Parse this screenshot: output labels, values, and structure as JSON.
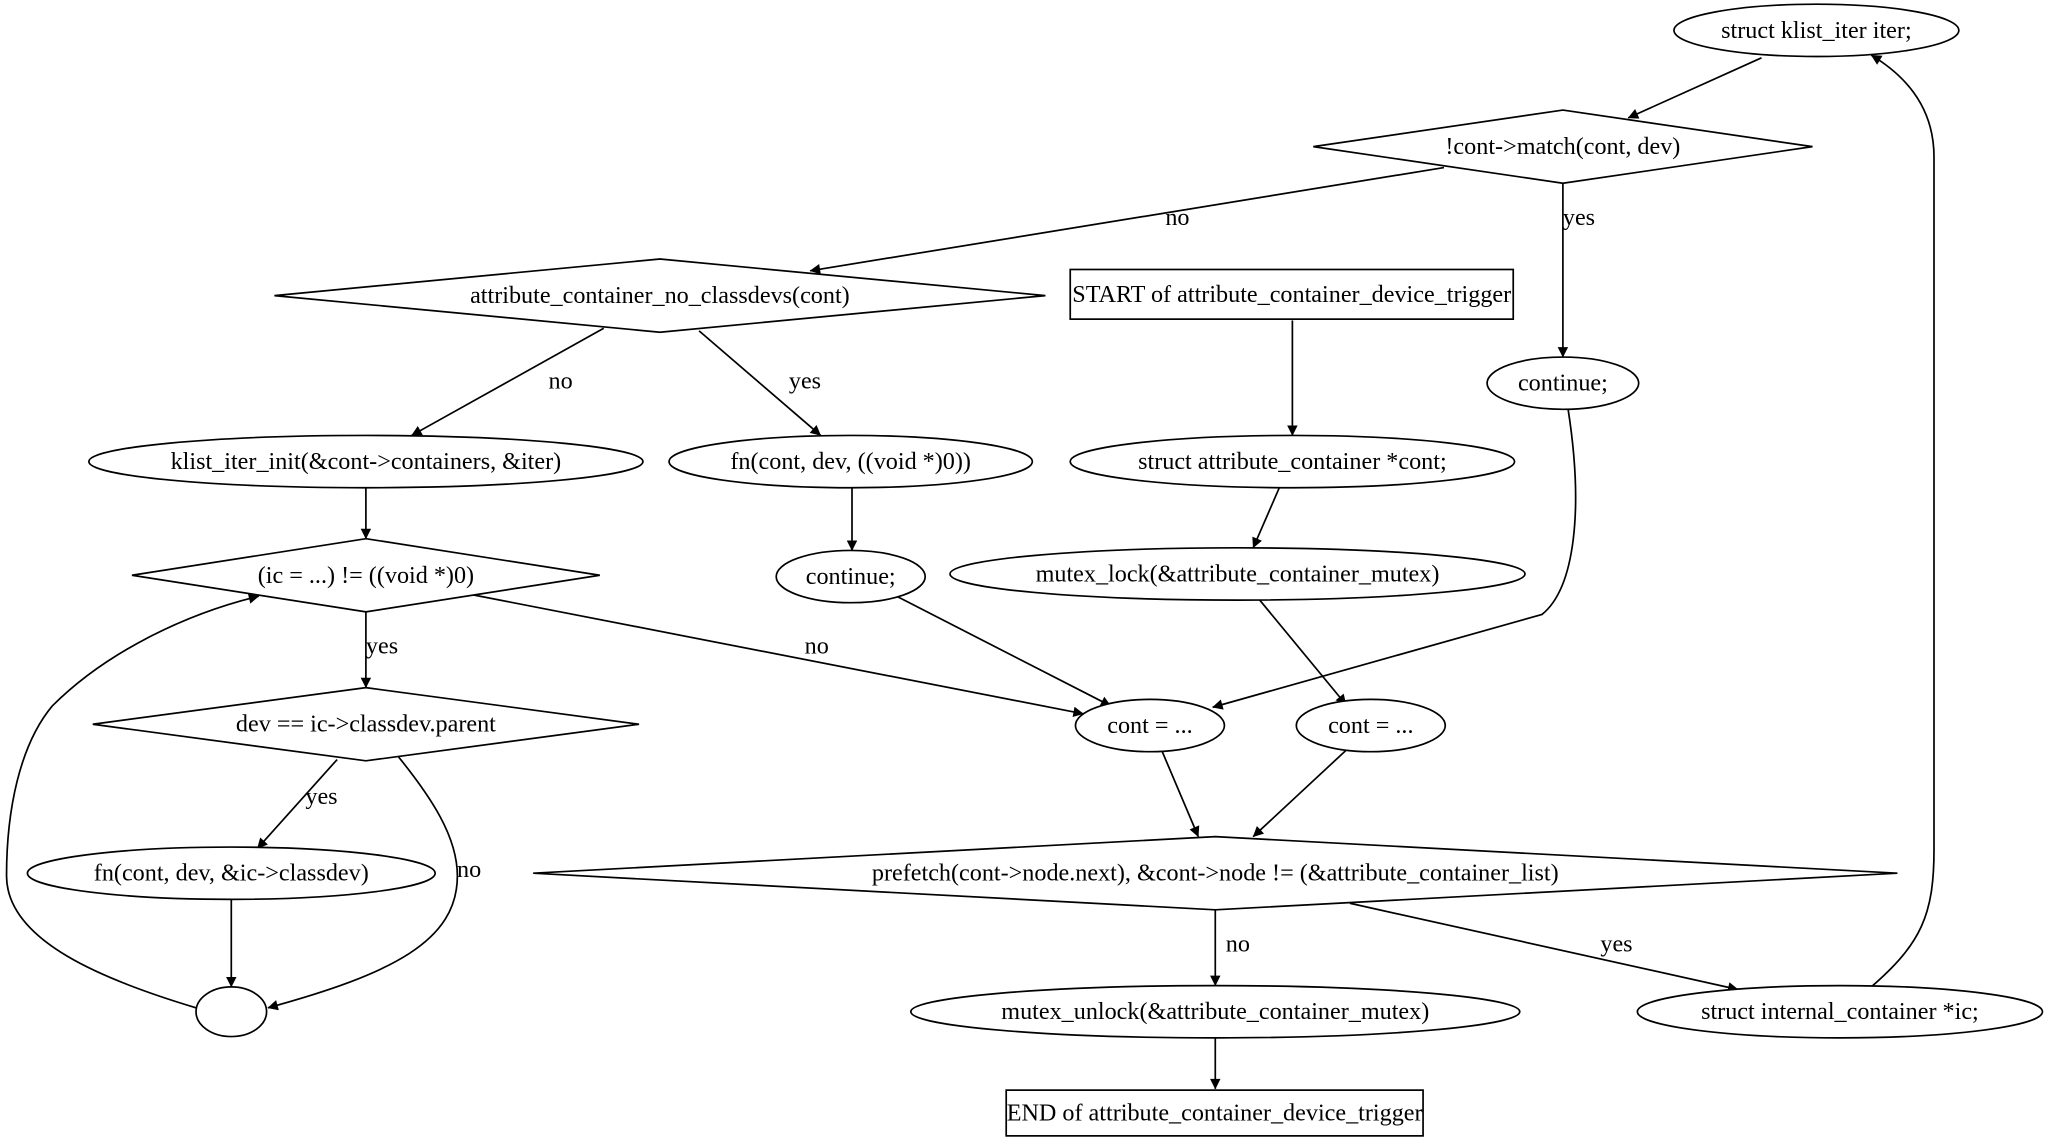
{
  "colors": {
    "lock_fill": "#add8e6",
    "unlock_fill": "#ffff00",
    "default_fill": "#ffffff",
    "stroke": "#000000"
  },
  "nodes": {
    "start": "START of attribute_container_device_trigger",
    "decl_cont": "struct attribute_container *cont;",
    "mutex_lock": "mutex_lock(&attribute_container_mutex)",
    "cont_init_a": "cont = ...",
    "cont_init_b": "cont = ...",
    "prefetch_cond": "prefetch(cont->node.next), &cont->node != (&attribute_container_list)",
    "mutex_unlock": "mutex_unlock(&attribute_container_mutex)",
    "end": "END of attribute_container_device_trigger",
    "decl_ic": "struct internal_container *ic;",
    "decl_iter": "struct klist_iter iter;",
    "match_cond": "!cont->match(cont, dev)",
    "continue_match": "continue;",
    "no_classdevs_cond": "attribute_container_no_classdevs(cont)",
    "fn_void": "fn(cont, dev, ((void *)0))",
    "continue_fn": "continue;",
    "klist_init": "klist_iter_init(&cont->containers, &iter)",
    "ic_cond": "(ic = ...) != ((void *)0)",
    "dev_cond": "dev == ic->classdev.parent",
    "fn_classdev": "fn(cont, dev, &ic->classdev)",
    "join": ""
  },
  "edge_labels": {
    "prefetch_no": "no",
    "prefetch_yes": "yes",
    "match_no": "no",
    "match_yes": "yes",
    "classdevs_no": "no",
    "classdevs_yes": "yes",
    "ic_yes": "yes",
    "ic_no": "no",
    "dev_yes": "yes",
    "dev_no": "no"
  }
}
